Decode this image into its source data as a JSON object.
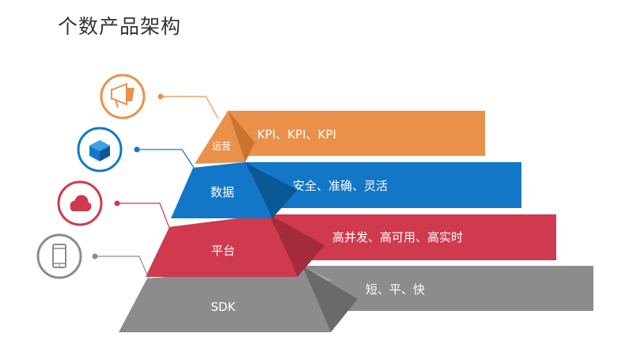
{
  "title": "个数产品架构",
  "layers": [
    {
      "label": "运营",
      "description": "KPI、KPI、KPI",
      "icon": "megaphone-icon",
      "color": "#E9914A",
      "shade": "#C8742F",
      "top": "#F3B47A"
    },
    {
      "label": "数据",
      "description": "安全、准确、灵活",
      "icon": "cube-icon",
      "color": "#1377C8",
      "shade": "#0B5897",
      "top": "#2A8CD8"
    },
    {
      "label": "平台",
      "description": "高并发、高可用、高实时",
      "icon": "cloud-icon",
      "color": "#CF3A4E",
      "shade": "#A52A3C",
      "top": "#D84A5C"
    },
    {
      "label": "SDK",
      "description": "短、平、快",
      "icon": "mobile-phone-icon",
      "color": "#8C8C8C",
      "shade": "#6A6A6A",
      "top": "#A5A5A5"
    }
  ]
}
